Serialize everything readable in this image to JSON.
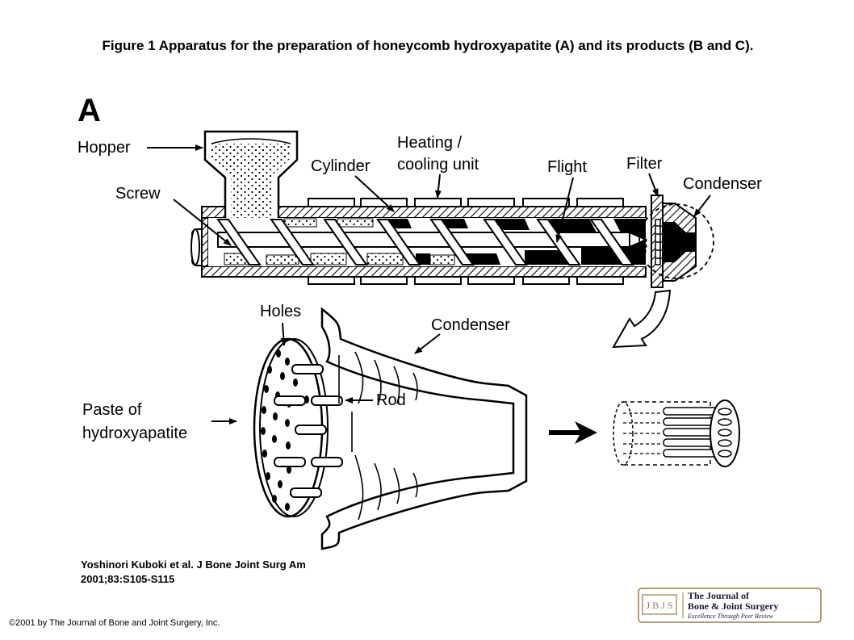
{
  "title": "Figure 1 Apparatus for the preparation of honeycomb hydroxyapatite (A) and its products (B and C).",
  "panel_label": "A",
  "labels": {
    "hopper": "Hopper",
    "screw": "Screw",
    "cylinder": "Cylinder",
    "heating_line1": "Heating /",
    "heating_line2": "cooling unit",
    "flight": "Flight",
    "filter": "Filter",
    "condenser_top": "Condenser",
    "holes": "Holes",
    "condenser_bottom": "Condenser",
    "rod": "Rod",
    "paste_line1": "Paste of",
    "paste_line2": "hydroxyapatite"
  },
  "citation_line1": "Yoshinori Kuboki et al. J Bone Joint Surg Am",
  "citation_line2": "2001;83:S105-S115",
  "copyright": "©2001 by The Journal of Bone and Joint Surgery, Inc.",
  "logo": {
    "mark": "J B J S",
    "line1": "The Journal of",
    "line2": "Bone & Joint Surgery",
    "tagline": "Excellence Through Peer Review"
  }
}
